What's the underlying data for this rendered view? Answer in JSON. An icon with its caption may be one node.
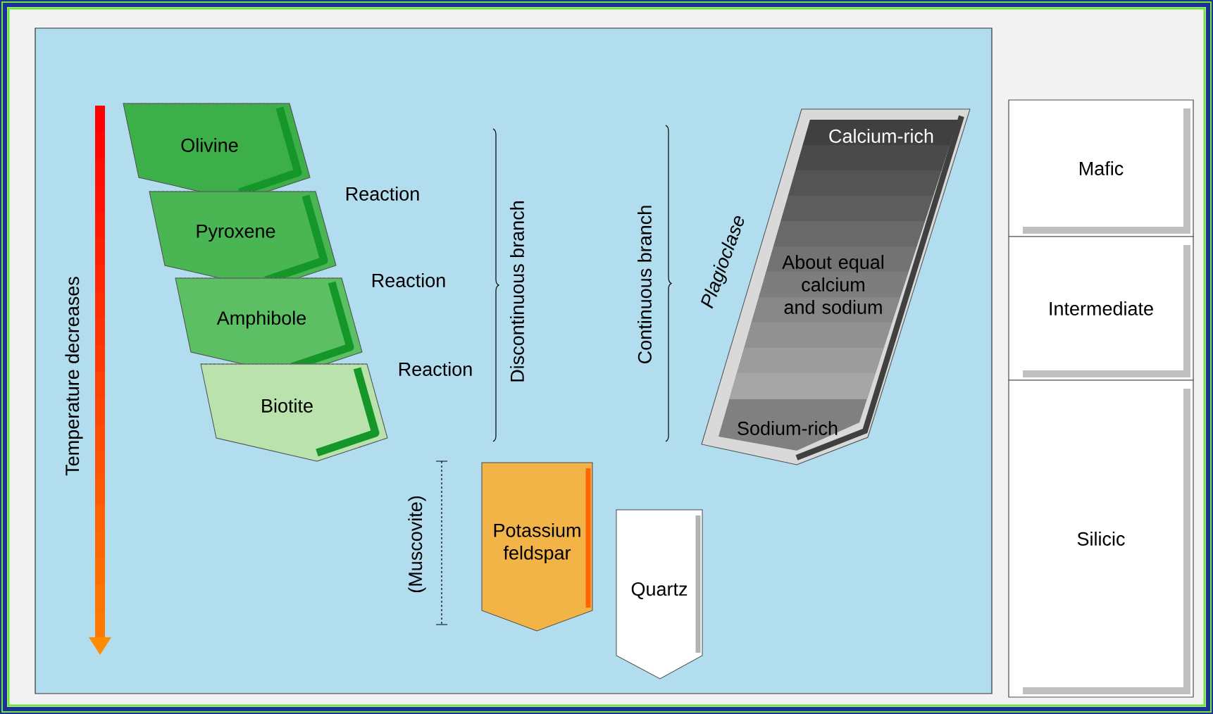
{
  "diagram": {
    "nodes": [
      {
        "text": [
          "Olivine"
        ]
      },
      {
        "text": [
          "Pyroxene"
        ]
      },
      {
        "text": [
          "Amphibole"
        ]
      },
      {
        "text": [
          "Biotite"
        ]
      },
      {
        "text": [
          "Calcium-rich",
          "About equal calcium and sodium",
          "Sodium-rich"
        ],
        "beside": [
          "Plagioclase"
        ]
      },
      {
        "text": [
          "Potassium feldspar"
        ]
      },
      {
        "text": [
          "Quartz"
        ]
      },
      {
        "text": [
          "Mafic"
        ]
      },
      {
        "text": [
          "Intermediate"
        ]
      },
      {
        "text": [
          "Silicic"
        ]
      }
    ],
    "labels": [
      "Temperature decreases",
      "Reaction",
      "Reaction",
      "Reaction",
      "Discontinuous branch",
      "Continuous branch",
      "(Muscovite)"
    ]
  }
}
